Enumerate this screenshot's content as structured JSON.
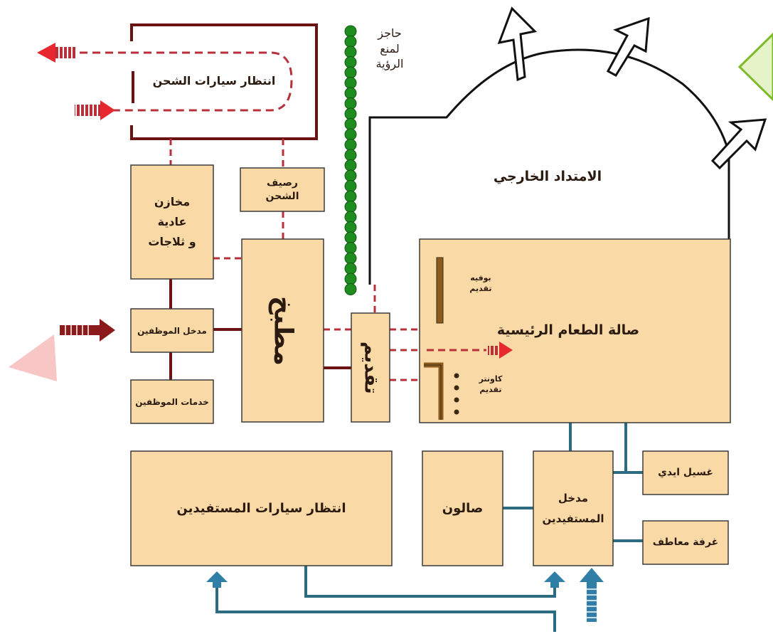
{
  "colors": {
    "room_fill": "#f9d9a6",
    "room_stroke": "#3a3a3a",
    "solid_link": "#6b1212",
    "dashed_link": "#b8303a",
    "blue_link": "#2d6b80",
    "hedge": "#1f8c1f",
    "arrow_red": "#e8282f",
    "arrow_dark": "#8b1a1a",
    "arrow_blue": "#2f7fa6",
    "deco_green": "#7dbb2a",
    "deco_pink": "#f5b3b0",
    "counter_stroke": "#8a5a1e"
  },
  "labels": {
    "delivery_waiting": "انتظار سيارات الشحن",
    "shipping_dock": "رصيف\nالشحن",
    "storage": "مخازن\nعادية\nو ثلاجات",
    "hedge_note": "حاجز\nلمنع\nالرؤية",
    "outdoor_extension": "الامتداد الخارجي",
    "kitchen": "مطبخ",
    "serving": "تقديم",
    "staff_entrance": "مدخل الموظفين",
    "staff_services": "خدمات الموظفين",
    "main_dining_hall": "صالة الطعام الرئيسية",
    "buffet": "بوفيه\nتقديم",
    "serving_counter": "كاونتر\nتقديم",
    "visitor_parking": "انتظار سيارات المستفيدين",
    "lounge": "صالون",
    "visitors_entrance": "مدخل\nالمستفيدين",
    "hand_wash": "غسيل ايدي",
    "coat_room": "غرفة معاطف"
  },
  "icons": {
    "delivery_out_arrow": "red-dashed-arrow-left",
    "delivery_in_arrow": "red-dashed-arrow-right",
    "staff_in_arrow": "dark-red-arrow-right",
    "dining_flow_arrow": "red-dashed-arrow-right",
    "visitor_arrows": "blue-arrow-up",
    "view_arrows": "outline-arrow",
    "corner_decoration": "green-triangle",
    "side_decoration": "pink-triangle"
  }
}
